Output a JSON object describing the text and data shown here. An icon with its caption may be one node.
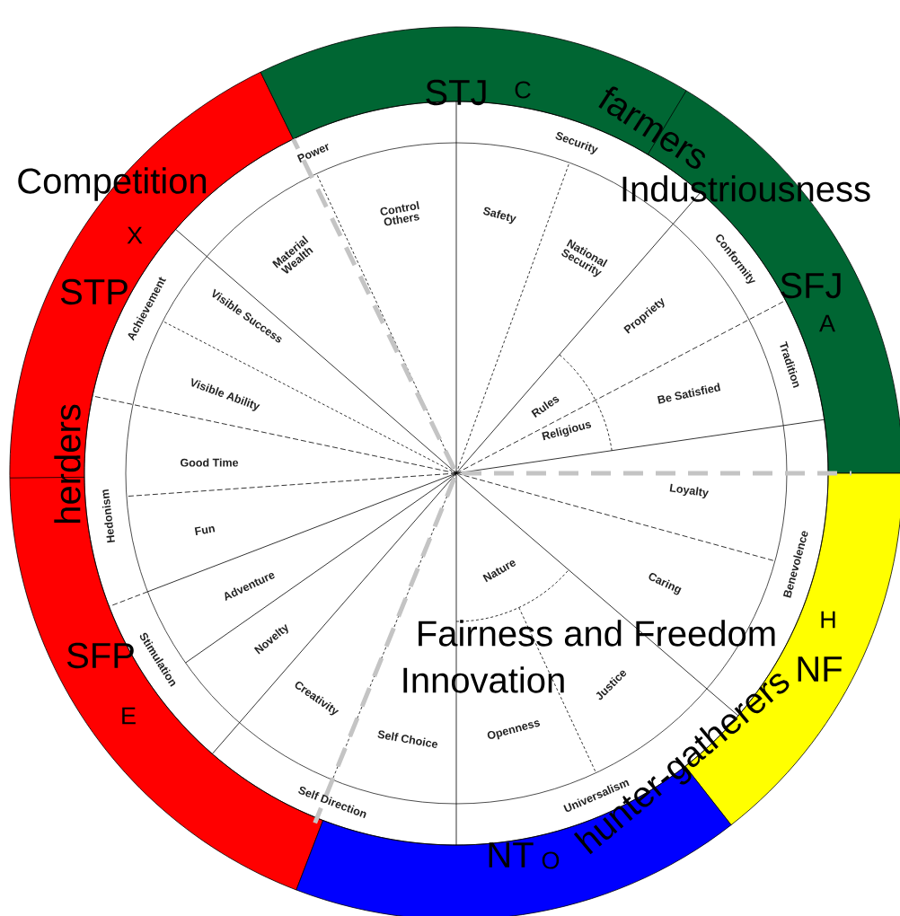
{
  "diagram": {
    "labels": [
      "STJ",
      "C",
      "farmers",
      "Power",
      "Security",
      "Competition",
      "Control Others",
      "Safety",
      "Industriousness",
      "X",
      "Material Wealth",
      "National Security",
      "Conformity",
      "STP",
      "SFJ",
      "Propriety",
      "Achievement",
      "Visible Success",
      "A",
      "Tradition",
      "Visible Ability",
      "Rules",
      "Be Satisfied",
      "Religious",
      "herders",
      "Good Time",
      "Hedonism",
      "Loyalty",
      "Fun",
      "Benevolence",
      "Nature",
      "Adventure",
      "Caring",
      "H",
      "Novelty",
      "SFP",
      "Fairness and Freedom",
      "Stimulation",
      "Innovation",
      "Justice",
      "NF",
      "Creativity",
      "E",
      "hunter-gatherers",
      "Self Choice",
      "Openness",
      "Self Direction",
      "Universalism",
      "NT",
      "O"
    ]
  }
}
